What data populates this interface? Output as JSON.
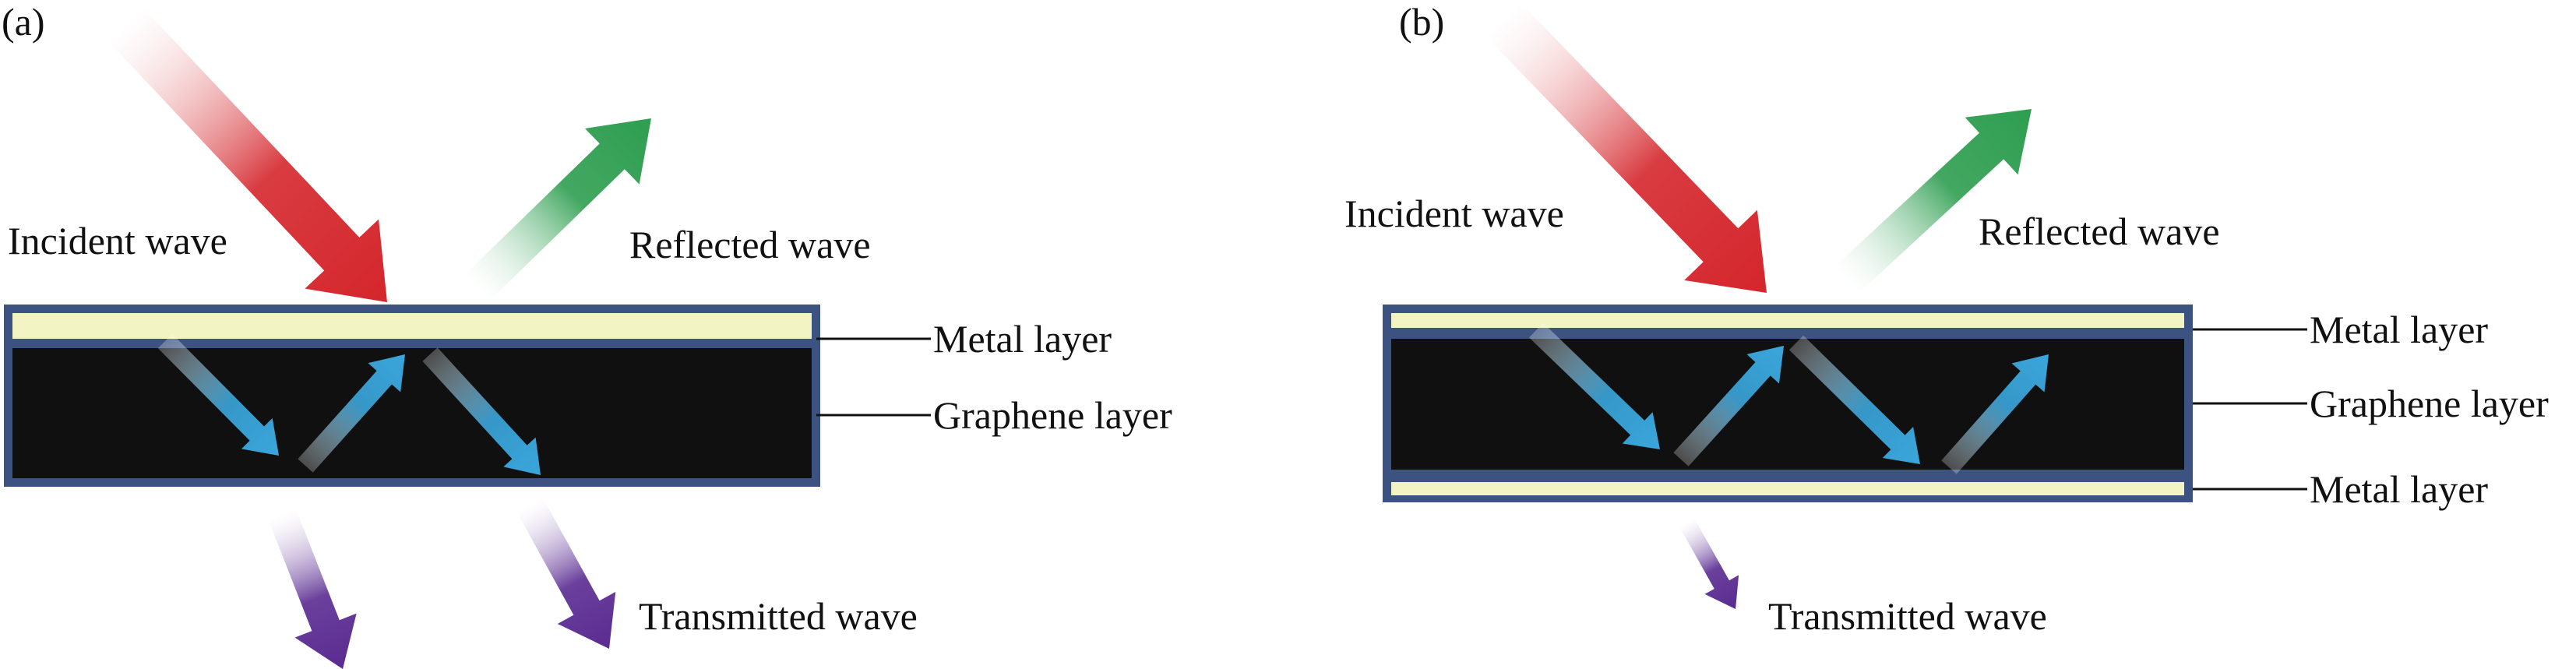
{
  "panels": [
    {
      "id": "a",
      "label": "(a)",
      "incident": "Incident wave",
      "reflected": "Reflected wave",
      "transmitted": "Transmitted wave",
      "layers": [
        "Metal layer",
        "Graphene layer"
      ]
    },
    {
      "id": "b",
      "label": "(b)",
      "incident": "Incident wave",
      "reflected": "Reflected wave",
      "transmitted": "Transmitted wave",
      "layers": [
        "Metal layer",
        "Graphene layer",
        "Metal layer"
      ]
    }
  ],
  "colors": {
    "frame": "#3c5382",
    "metal": "#f3f4c4",
    "graphene": "#101010",
    "incident": "#d4262c",
    "reflected": "#2e9e50",
    "transmitted": "#5a2b91",
    "internal": "#3aa6dc"
  }
}
